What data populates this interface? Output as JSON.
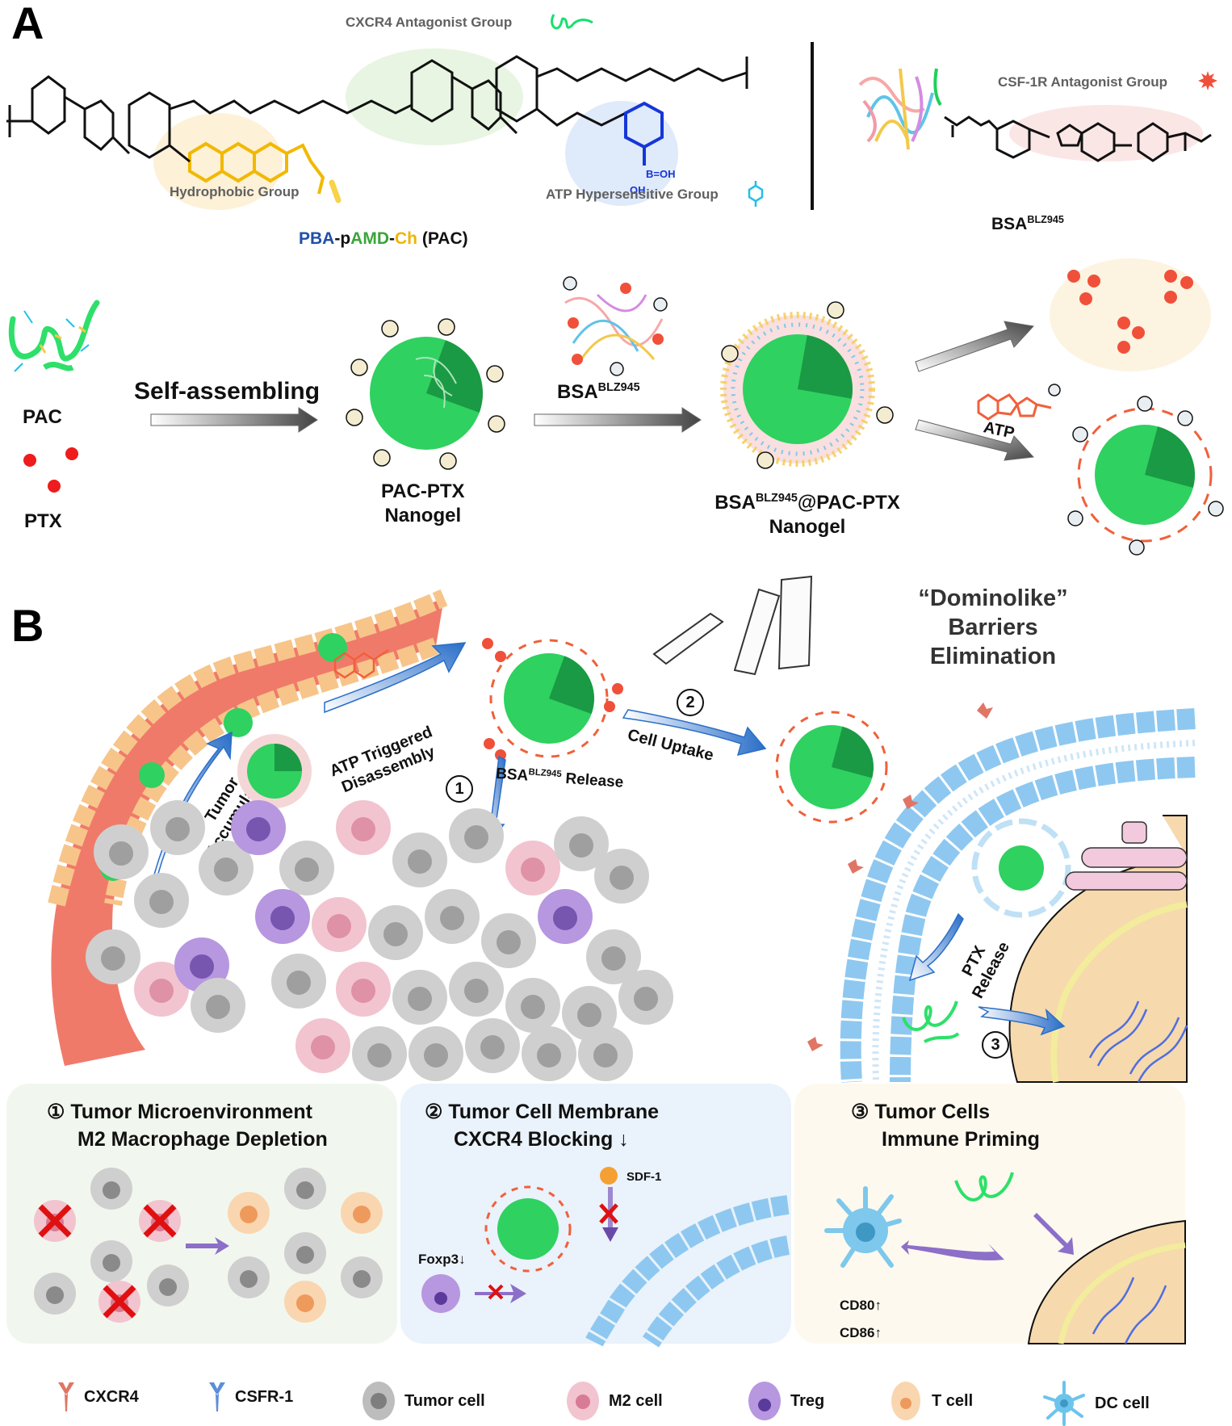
{
  "panel_a": {
    "letter": "A",
    "polymer": {
      "cxcr4_group_label": "CXCR4 Antagonist Group",
      "hydrophobic_group_label": "Hydrophobic Group",
      "atp_group_label": "ATP Hypersensitive Group",
      "name_parts": [
        {
          "text": "PBA",
          "color": "#1f4fa8"
        },
        {
          "text": "-p",
          "color": "#111111"
        },
        {
          "text": "AMD",
          "color": "#3aa53a"
        },
        {
          "text": "-",
          "color": "#111111"
        },
        {
          "text": "Ch",
          "color": "#f0b400"
        },
        {
          "text": " (PAC)",
          "color": "#111111"
        }
      ]
    },
    "bsa": {
      "csf1r_group_label": "CSF-1R Antagonist Group",
      "name": "BSA",
      "name_sup": "BLZ945"
    },
    "assembly": {
      "pac_label": "PAC",
      "ptx_label": "PTX",
      "step1_label": "Self-assembling",
      "nanogel1_line1": "PAC-PTX",
      "nanogel1_line2": "Nanogel",
      "step2_label": "BSA",
      "step2_sup": "BLZ945",
      "nanogel2_line1_a": "BSA",
      "nanogel2_line1_sup": "BLZ945",
      "nanogel2_line1_b": "@PAC-PTX",
      "nanogel2_line2": "Nanogel",
      "atp_label": "ATP",
      "plus_sign": "+",
      "minus_sign": "−"
    }
  },
  "panel_b": {
    "letter": "B",
    "domino_line1": "“Dominolike” Barriers",
    "domino_line2": "Elimination",
    "atp_triggered_line1": "ATP Triggered",
    "atp_triggered_line2": "Disassembly",
    "tumor_accum_line1": "Tumor",
    "tumor_accum_line2": "Accumulation",
    "release_num": "1",
    "release_label_a": "BSA",
    "release_label_sup": "BLZ945",
    "release_label_b": " Release",
    "uptake_num": "2",
    "uptake_label": "Cell Uptake",
    "ptx_release_line1": "PTX",
    "ptx_release_line2": "Release",
    "priming_num": "3"
  },
  "boxes": [
    {
      "num": "①",
      "line1": "Tumor Microenvironment",
      "line2": "M2 Macrophage Depletion",
      "bg": "#f1f7ee"
    },
    {
      "num": "②",
      "line1": "Tumor Cell Membrane",
      "line2": "CXCR4 Blocking",
      "line2_arrow": "↓",
      "sdf_label": "SDF-1",
      "foxp3_label": "Foxp3",
      "foxp3_arrow": "↓",
      "bg": "#eaf2fb"
    },
    {
      "num": "③",
      "line1": "Tumor Cells",
      "line2": "Immune Priming",
      "cd80_label": "CD80",
      "cd86_label": "CD86",
      "up_arrow": "↑",
      "bg": "#fdf9ee"
    }
  ],
  "legend": [
    {
      "label": "CXCR4",
      "icon": "cxcr4-receptor-icon",
      "color": "#e07565"
    },
    {
      "label": "CSFR-1",
      "icon": "csfr1-receptor-icon",
      "color": "#5b8fd6"
    },
    {
      "label": "Tumor cell",
      "icon": "tumor-cell-icon",
      "color": "#9a9a9a"
    },
    {
      "label": "M2 cell",
      "icon": "m2-cell-icon",
      "color": "#e8a8b8"
    },
    {
      "label": "Treg",
      "icon": "treg-cell-icon",
      "color": "#a67fd6"
    },
    {
      "label": "T cell",
      "icon": "t-cell-icon",
      "color": "#f7c79a"
    },
    {
      "label": "DC cell",
      "icon": "dc-cell-icon",
      "color": "#6cc4ec"
    }
  ],
  "colors": {
    "nanogel_green": "#22c65a",
    "atp_orange": "#f0603a",
    "boronic_blue": "#1536d8",
    "cholesterol_yellow": "#f2b800",
    "linker_cyan": "#1fb7e0",
    "blood_vessel": "#f07a6a",
    "endothelial": "#f7c58a",
    "membrane_blue": "#8ec8f0",
    "arrow_blue": "#2a6ec8",
    "arrow_purple": "#6a4aa8"
  }
}
